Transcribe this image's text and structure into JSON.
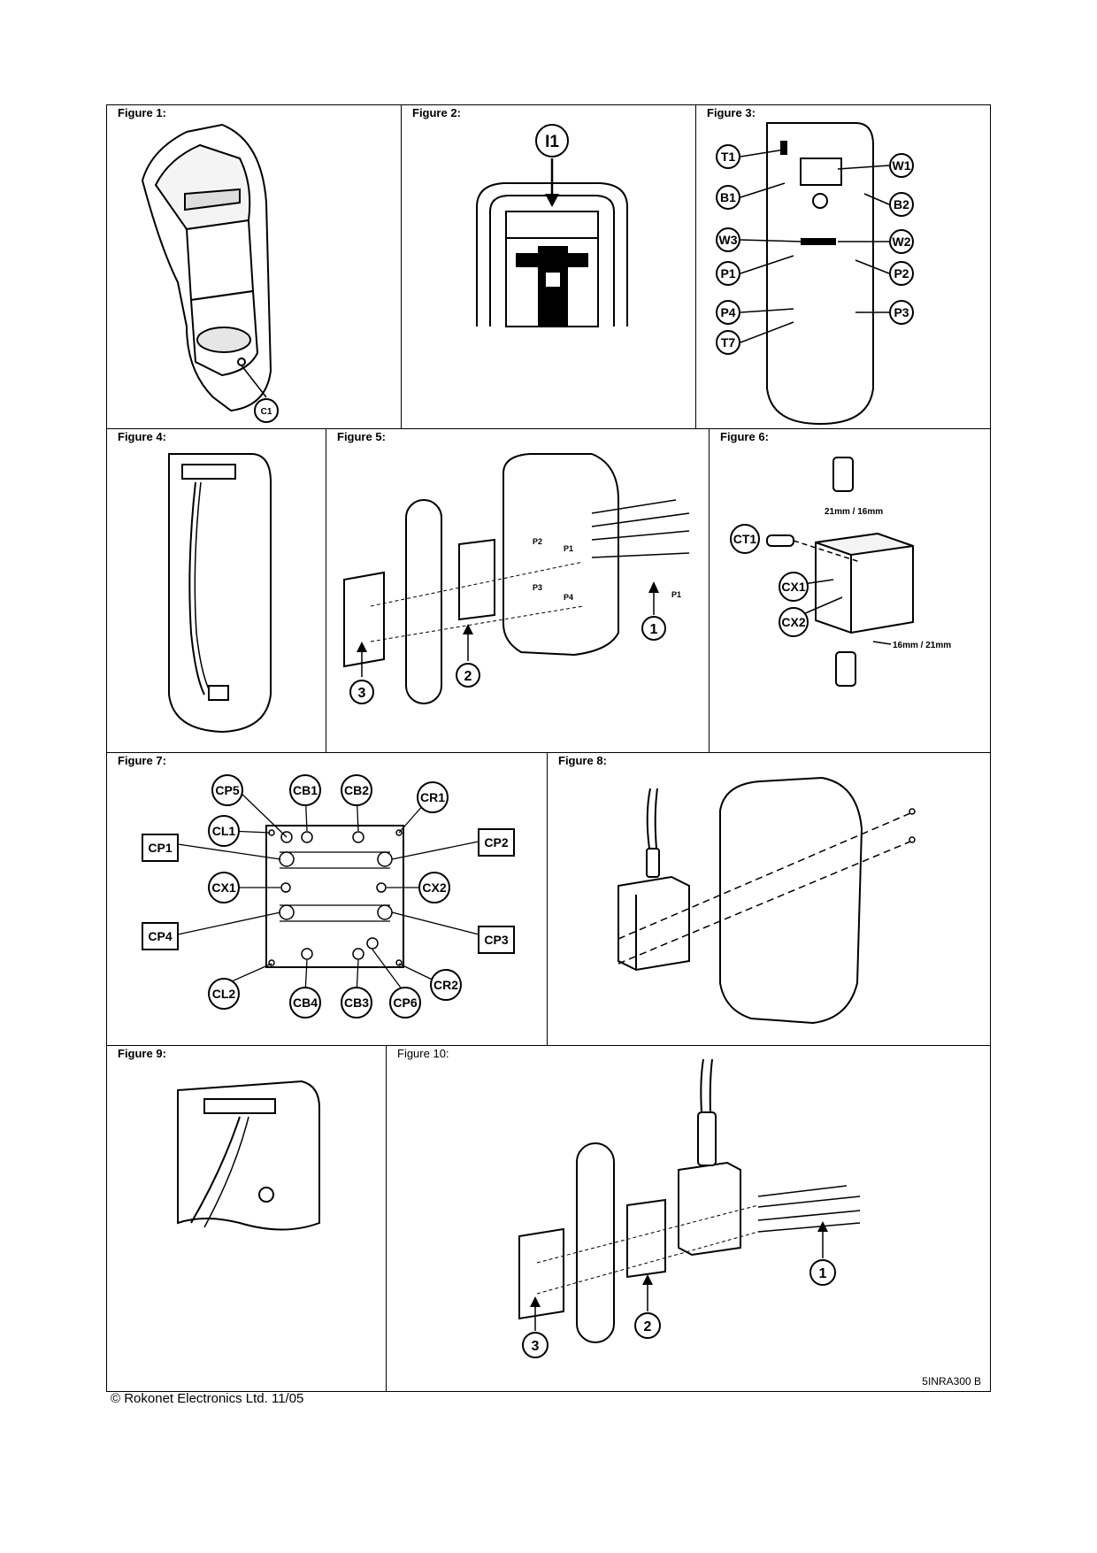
{
  "figures": [
    {
      "title": "Figure 1:",
      "callouts": [
        "C1"
      ]
    },
    {
      "title": "Figure 2:",
      "callouts": [
        "I1"
      ]
    },
    {
      "title": "Figure 3:",
      "callouts": [
        "T1",
        "W1",
        "B1",
        "B2",
        "W3",
        "W2",
        "P1",
        "P2",
        "P4",
        "P3",
        "T7"
      ]
    },
    {
      "title": "Figure 4:",
      "callouts": []
    },
    {
      "title": "Figure 5:",
      "callouts": [
        "1",
        "2",
        "3"
      ],
      "labels": [
        "P2",
        "P1",
        "P3",
        "P4",
        "P1"
      ]
    },
    {
      "title": "Figure 6:",
      "callouts": [
        "CT1",
        "CX1",
        "CX2"
      ],
      "labels": [
        "21mm / 16mm",
        "16mm / 21mm"
      ]
    },
    {
      "title": "Figure 7:",
      "callouts": [
        "CP5",
        "CB1",
        "CB2",
        "CR1",
        "CL1",
        "CX1",
        "CX2",
        "CL2",
        "CB4",
        "CB3",
        "CP6",
        "CR2"
      ],
      "box_labels": [
        "CP1",
        "CP2",
        "CP4",
        "CP3"
      ]
    },
    {
      "title": "Figure 8:",
      "callouts": []
    },
    {
      "title": "Figure 9:",
      "callouts": []
    },
    {
      "title": "Figure 10:",
      "callouts": [
        "1",
        "2",
        "3"
      ],
      "doc_id": "5INRA300 B"
    }
  ],
  "footer": {
    "copyright": "© Rokonet Electronics Ltd. 11/05"
  },
  "colors": {
    "line": "#000000",
    "background": "#ffffff",
    "shade": "#d9d9d9"
  }
}
